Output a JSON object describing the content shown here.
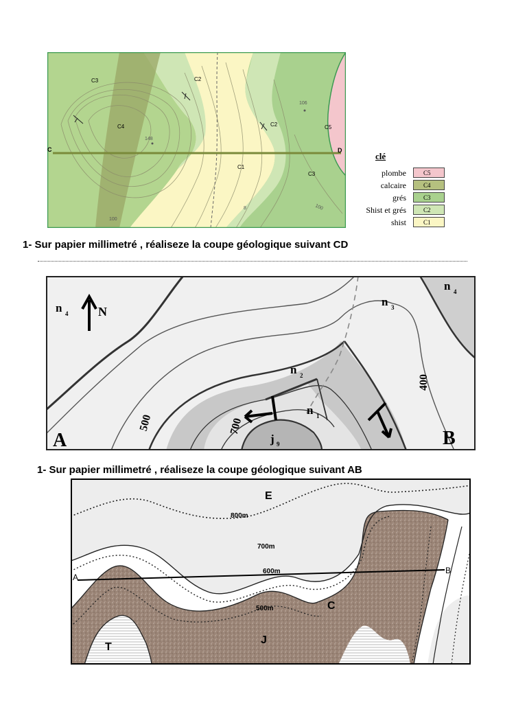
{
  "map1": {
    "units": [
      "C3",
      "C2",
      "C4",
      "C2",
      "C5",
      "C1",
      "C3"
    ],
    "points": [
      "C",
      "D"
    ],
    "contours": [
      "148",
      "106",
      "100",
      "100",
      "8"
    ]
  },
  "legend": {
    "title": "clé",
    "rows": [
      {
        "label": "plombe",
        "code": "C5",
        "color": "#f4c6cc"
      },
      {
        "label": "calcaire",
        "code": "C4",
        "color": "#b5c07f"
      },
      {
        "label": "grés",
        "code": "C3",
        "color": "#a9d18e"
      },
      {
        "label": "Shist et grés",
        "code": "C2",
        "color": "#cfe6b5"
      },
      {
        "label": "shist",
        "code": "C1",
        "color": "#fbf6c4"
      }
    ]
  },
  "instructions": {
    "q1": "1-   Sur papier millimetré , réaliseze la coupe géologique suivant CD",
    "q2": "1-  Sur papier millimetré , réaliseze la coupe géologique suivant AB"
  },
  "map2": {
    "north": "N",
    "layers": [
      "n",
      "n",
      "n",
      "n",
      "j"
    ],
    "subs": [
      "4",
      "3",
      "2",
      "1",
      "4",
      "9"
    ],
    "contours": [
      "500",
      "700",
      "400"
    ],
    "points": [
      "A",
      "B"
    ]
  },
  "map3": {
    "layers": [
      "E",
      "C",
      "J",
      "T"
    ],
    "contours": [
      "800m",
      "700m",
      "600m",
      "500m"
    ],
    "points": [
      "A",
      "B"
    ]
  }
}
